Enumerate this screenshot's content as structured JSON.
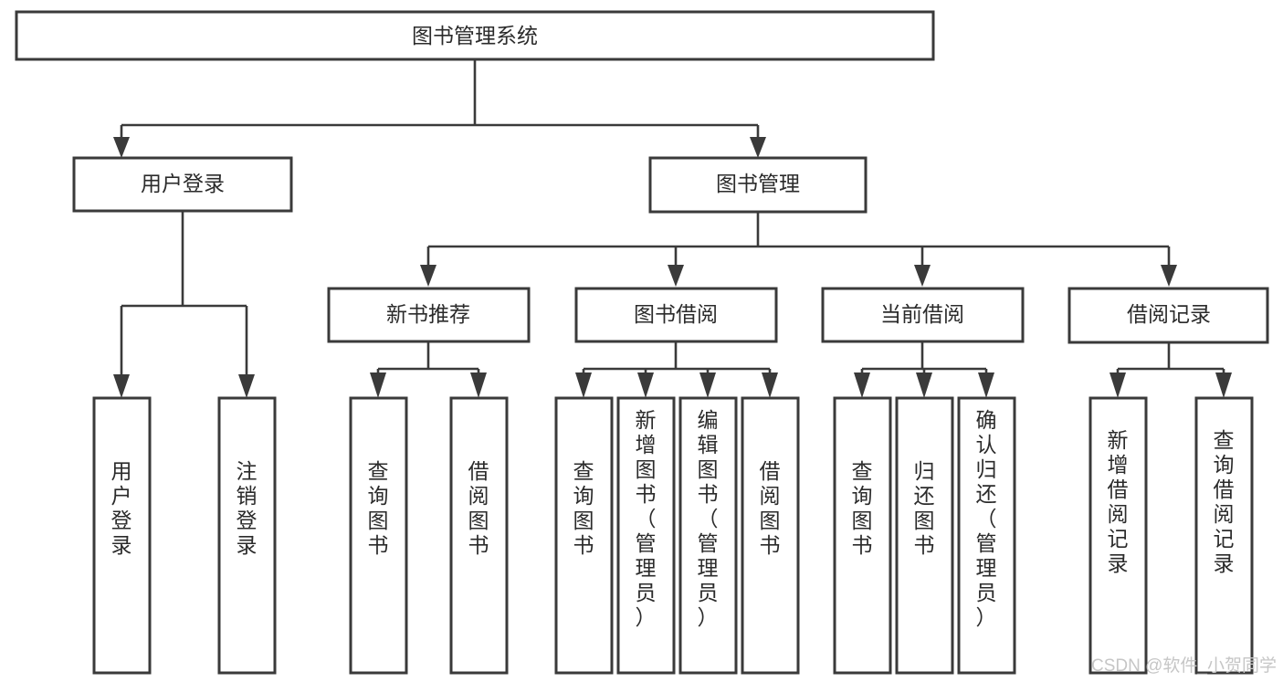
{
  "diagram": {
    "title": "图书管理系统",
    "orientation": "top-down",
    "watermark": "CSDN @软件_小贺同学",
    "colors": {
      "background": "#ffffff",
      "box_fill": "#ffffff",
      "box_stroke": "#3a3a3a",
      "text": "#2b2b2b",
      "watermark": "#c6c6c6"
    },
    "nodes": {
      "root": {
        "label": "图书管理系统",
        "level": 0,
        "orientation": "horizontal"
      },
      "user_login": {
        "label": "用户登录",
        "level": 1,
        "orientation": "horizontal"
      },
      "book_manage": {
        "label": "图书管理",
        "level": 1,
        "orientation": "horizontal"
      },
      "new_book_rec": {
        "label": "新书推荐",
        "level": 2,
        "orientation": "horizontal"
      },
      "book_borrow": {
        "label": "图书借阅",
        "level": 2,
        "orientation": "horizontal"
      },
      "current_borrow": {
        "label": "当前借阅",
        "level": 2,
        "orientation": "horizontal"
      },
      "borrow_record": {
        "label": "借阅记录",
        "level": 2,
        "orientation": "horizontal"
      },
      "leaf_user_login": {
        "label": "用户登录",
        "level": 2,
        "orientation": "vertical"
      },
      "leaf_logout": {
        "label": "注销登录",
        "level": 2,
        "orientation": "vertical"
      },
      "leaf_rec_query": {
        "label": "查询图书",
        "level": 3,
        "orientation": "vertical"
      },
      "leaf_rec_borrow": {
        "label": "借阅图书",
        "level": 3,
        "orientation": "vertical"
      },
      "leaf_borrow_query": {
        "label": "查询图书",
        "level": 3,
        "orientation": "vertical"
      },
      "leaf_borrow_add": {
        "label": "新增图书（管理员）",
        "level": 3,
        "orientation": "vertical"
      },
      "leaf_borrow_edit": {
        "label": "编辑图书（管理员）",
        "level": 3,
        "orientation": "vertical"
      },
      "leaf_borrow_lend": {
        "label": "借阅图书",
        "level": 3,
        "orientation": "vertical"
      },
      "leaf_cur_query": {
        "label": "查询图书",
        "level": 3,
        "orientation": "vertical"
      },
      "leaf_cur_return": {
        "label": "归还图书",
        "level": 3,
        "orientation": "vertical"
      },
      "leaf_cur_confirm": {
        "label": "确认归还（管理员）",
        "level": 3,
        "orientation": "vertical"
      },
      "leaf_rec_add": {
        "label": "新增借阅记录",
        "level": 3,
        "orientation": "vertical"
      },
      "leaf_rec_search": {
        "label": "查询借阅记录",
        "level": 3,
        "orientation": "vertical"
      }
    },
    "edges": [
      {
        "from": "root",
        "to": "user_login"
      },
      {
        "from": "root",
        "to": "book_manage"
      },
      {
        "from": "user_login",
        "to": "leaf_user_login"
      },
      {
        "from": "user_login",
        "to": "leaf_logout"
      },
      {
        "from": "book_manage",
        "to": "new_book_rec"
      },
      {
        "from": "book_manage",
        "to": "book_borrow"
      },
      {
        "from": "book_manage",
        "to": "current_borrow"
      },
      {
        "from": "book_manage",
        "to": "borrow_record"
      },
      {
        "from": "new_book_rec",
        "to": "leaf_rec_query"
      },
      {
        "from": "new_book_rec",
        "to": "leaf_rec_borrow"
      },
      {
        "from": "book_borrow",
        "to": "leaf_borrow_query"
      },
      {
        "from": "book_borrow",
        "to": "leaf_borrow_add"
      },
      {
        "from": "book_borrow",
        "to": "leaf_borrow_edit"
      },
      {
        "from": "book_borrow",
        "to": "leaf_borrow_lend"
      },
      {
        "from": "current_borrow",
        "to": "leaf_cur_query"
      },
      {
        "from": "current_borrow",
        "to": "leaf_cur_return"
      },
      {
        "from": "current_borrow",
        "to": "leaf_cur_confirm"
      },
      {
        "from": "borrow_record",
        "to": "leaf_rec_add"
      },
      {
        "from": "borrow_record",
        "to": "leaf_rec_search"
      }
    ]
  }
}
